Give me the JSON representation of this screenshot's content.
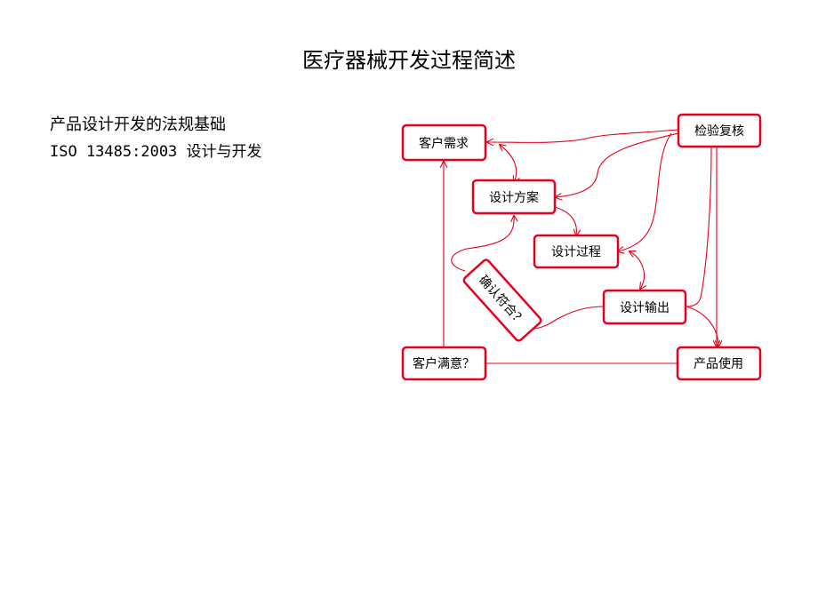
{
  "page": {
    "title": "医疗器械开发过程简述",
    "subtitle_line1": "产品设计开发的法规基础",
    "subtitle_line2": "ISO 13485:2003 设计与开发"
  },
  "diagram": {
    "nodes": {
      "customer_needs": "客户需求",
      "design_plan": "设计方案",
      "design_process": "设计过程",
      "design_output": "设计输出",
      "product_use": "产品使用",
      "customer_satisfied": "客户满意？",
      "verify_review": "检验复核",
      "confirm_conform": "确认符合？"
    },
    "colors": {
      "stroke": "#e8001c",
      "fill": "#ffffff",
      "text": "#000000"
    }
  }
}
